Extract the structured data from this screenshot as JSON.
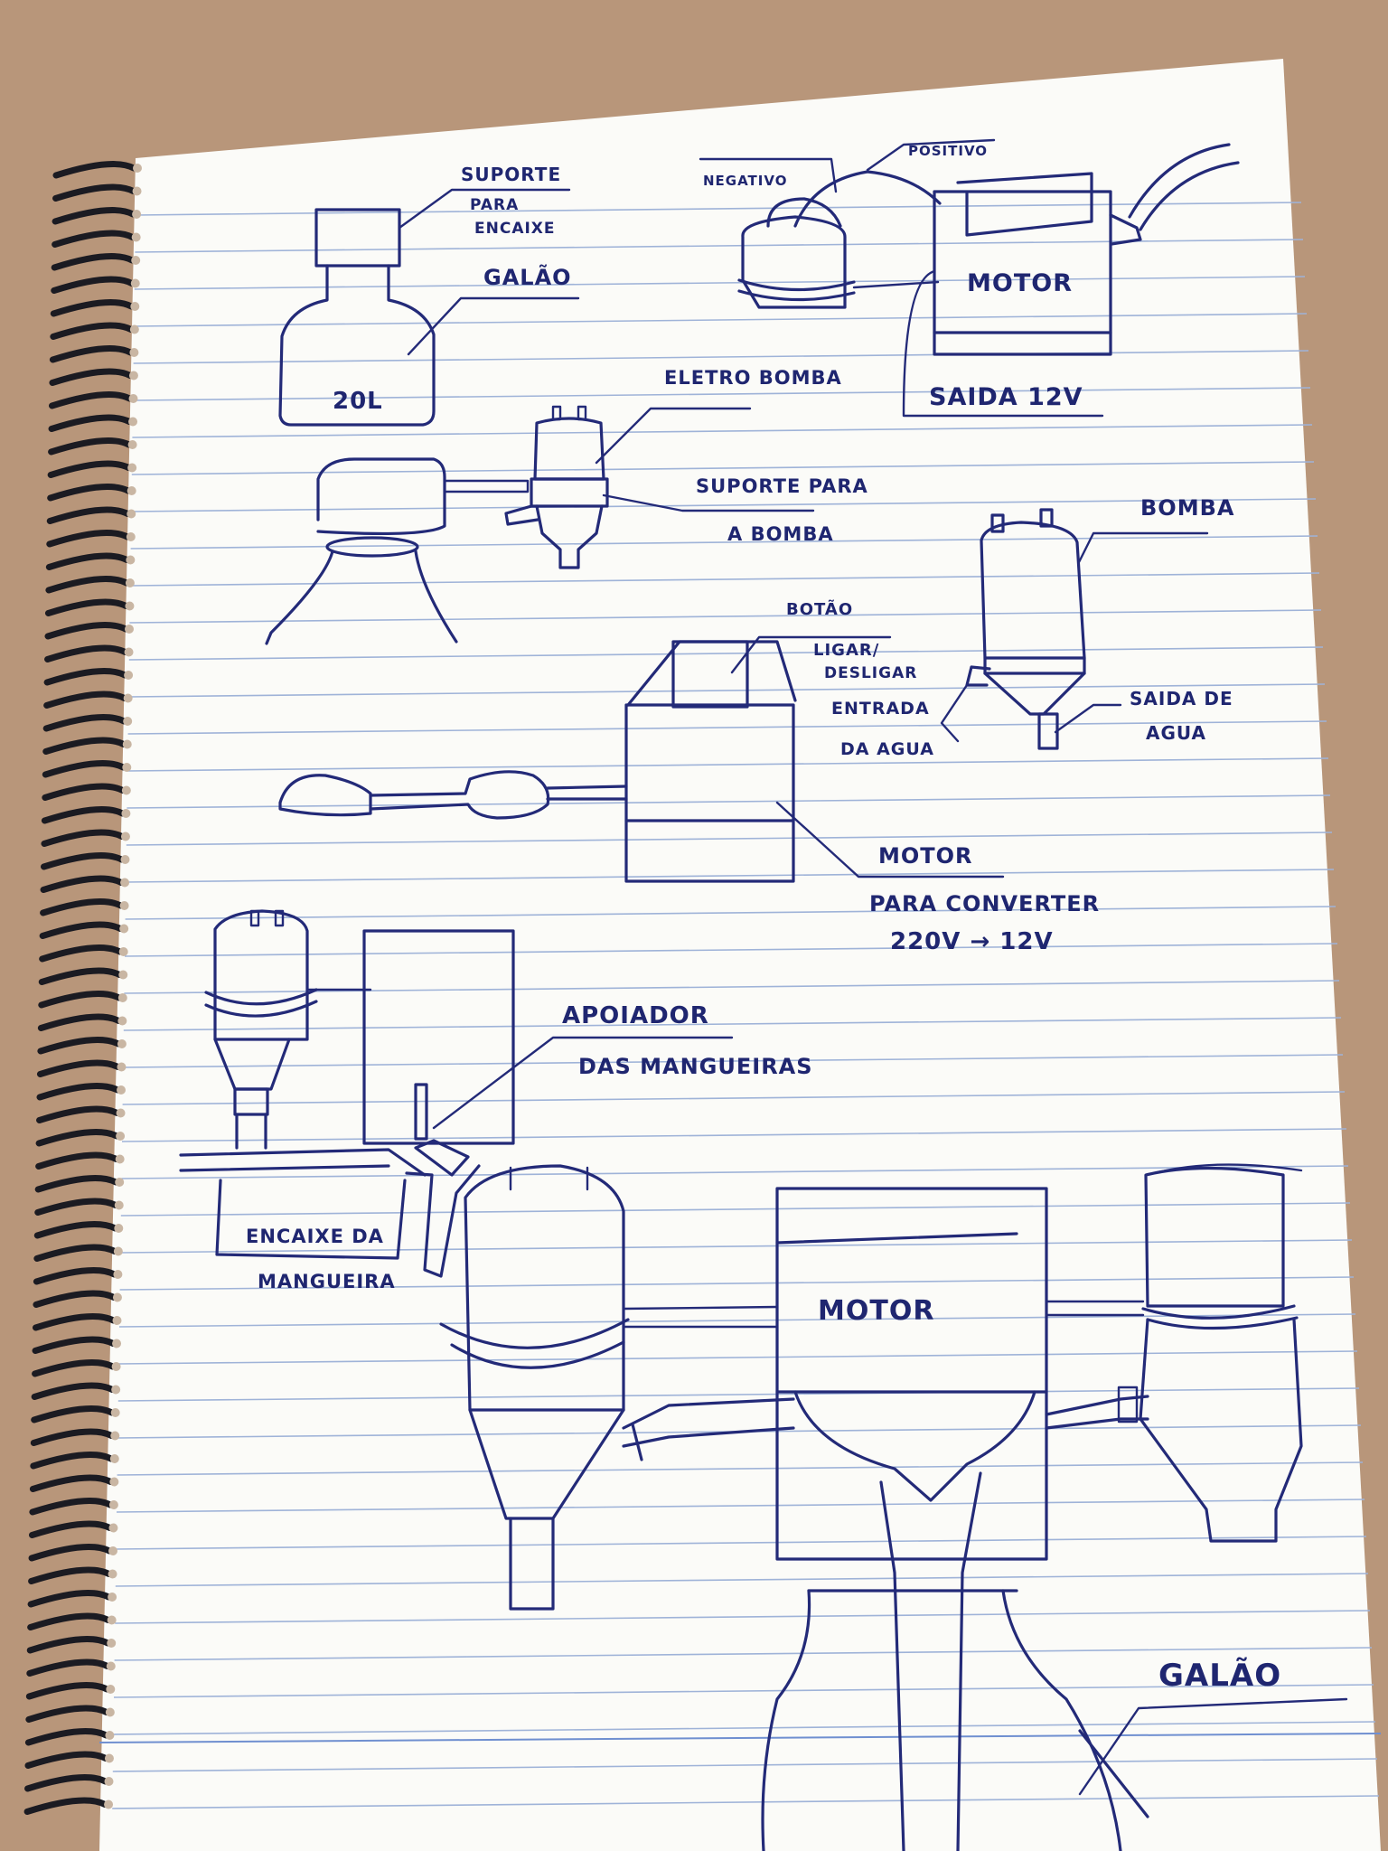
{
  "colors": {
    "ink": "#232a78",
    "paper": "#fbfbf8",
    "ruling": "#9fb3d8",
    "table": "#b8967a",
    "spiral": "#1b1b22"
  },
  "labels": {
    "suporte_encaixe_1": "SUPORTE",
    "suporte_encaixe_2": "PARA",
    "suporte_encaixe_3": "ENCAIXE",
    "galao_top": "GALÃO",
    "volume": "20L",
    "eletrobomba": "ELETRO BOMBA",
    "suporte_bomba_1": "SUPORTE PARA",
    "suporte_bomba_2": "A BOMBA",
    "negativo": "NEGATIVO",
    "positivo": "POSITIVO",
    "motor_top": "MOTOR",
    "saida_12v": "SAIDA 12V",
    "bomba": "BOMBA",
    "botao_1": "BOTÃO",
    "botao_2": "LIGAR/",
    "botao_3": "DESLIGAR",
    "entrada_1": "ENTRADA",
    "entrada_2": "DA AGUA",
    "saida_agua_1": "SAIDA DE",
    "saida_agua_2": "AGUA",
    "motor_conv": "MOTOR",
    "conv_1": "PARA CONVERTER",
    "conv_2": "220V → 12V",
    "apoiador_1": "APOIADOR",
    "apoiador_2": "DAS MANGUEIRAS",
    "encaixe_1": "ENCAIXE DA",
    "encaixe_2": "MANGUEIRA",
    "motor_bottom": "MOTOR",
    "galao_bottom": "GALÃO"
  }
}
